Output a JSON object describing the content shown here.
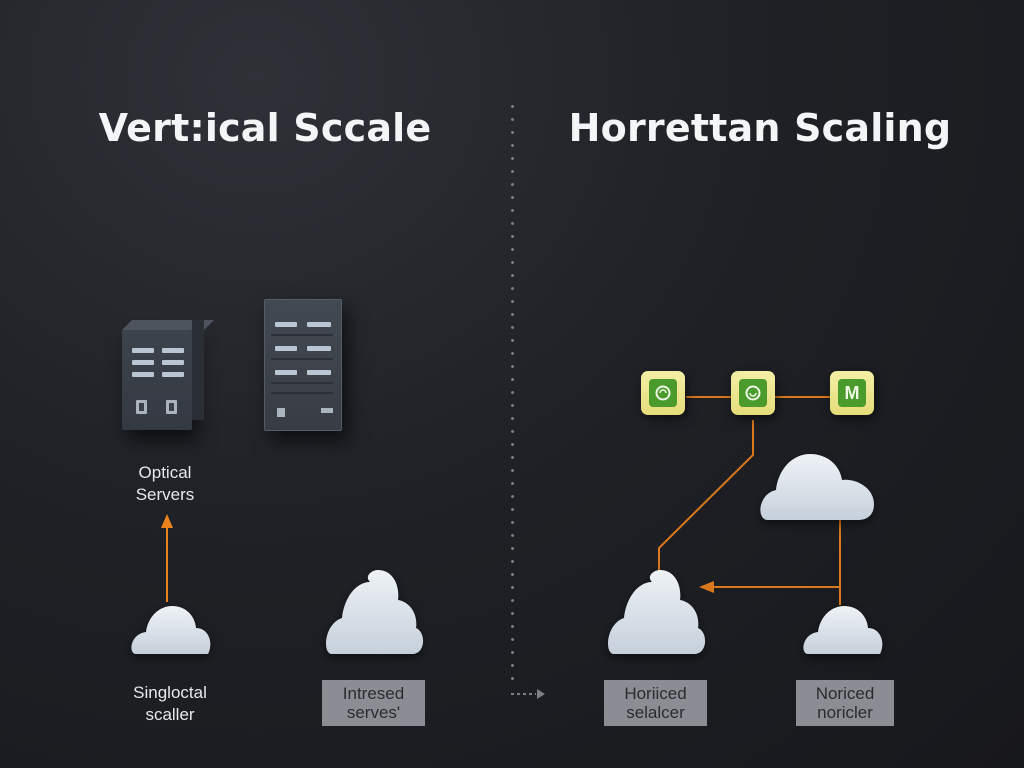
{
  "headings": {
    "left": "Vert:ical Sccale",
    "right": "Horrettan Scaling"
  },
  "labels": {
    "optical_servers": [
      "Optical",
      "Servers"
    ],
    "singloctal": [
      "Singloctal",
      "scaller"
    ],
    "intresed": [
      "Intresed",
      "serves'"
    ],
    "horiiced": [
      "Horiiced",
      "selalcer"
    ],
    "noriced": [
      "Noriced",
      "noricler"
    ]
  },
  "nodes": [
    {
      "glyph": "ring-icon",
      "text": ""
    },
    {
      "glyph": "ring-icon",
      "text": ""
    },
    {
      "glyph": "m-icon",
      "text": "M"
    }
  ],
  "colors": {
    "background": "#1c1e22",
    "arrow": "#e8821e",
    "cloud": "#d9e1ea",
    "node": "#ece48c",
    "node_inner": "#4a9a2c",
    "tag": "#8a8d93"
  }
}
